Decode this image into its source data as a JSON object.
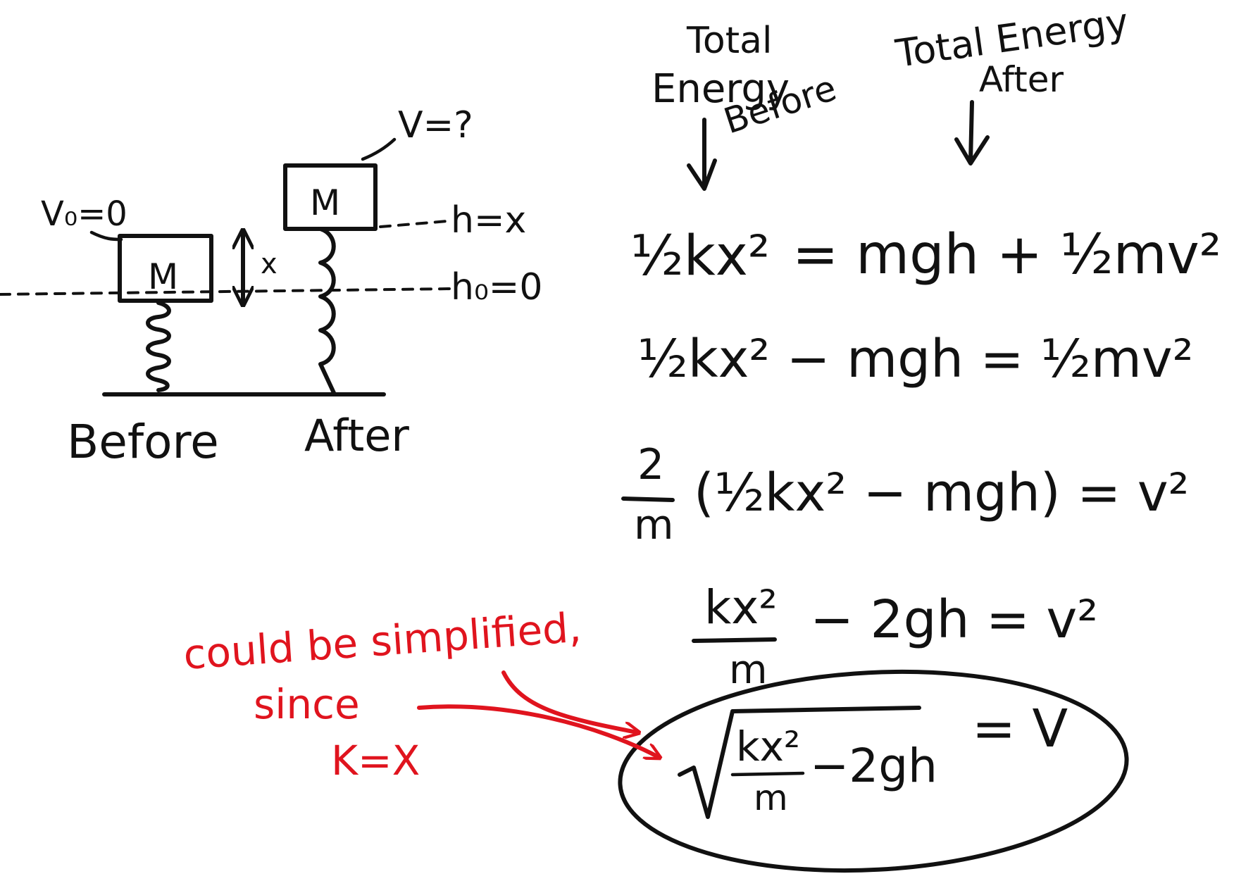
{
  "diagram": {
    "v0_label": "V₀=0",
    "v_label": "V=?",
    "mass_before": "M",
    "mass_after": "M",
    "x_label": "x",
    "h_after_label": "h=x",
    "h0_label": "h₀=0",
    "before_label": "Before",
    "after_label": "After"
  },
  "headers": {
    "energy_before": [
      "Total",
      "Energy",
      "Before"
    ],
    "energy_after": [
      "Total Energy",
      "After"
    ]
  },
  "equations": {
    "eq1_lhs": "½kx²",
    "eq1_rhs": "= mgh + ½mv²",
    "eq2": "½kx² − mgh = ½mv²",
    "eq3_num": "2",
    "eq3_den": "m",
    "eq3_rest": "(½kx² − mgh) = v²",
    "eq4_num": "kx²",
    "eq4_den": "m",
    "eq4_rest": "− 2gh = v²",
    "final_num": "kx²",
    "final_den": "m",
    "final_rest": "−2gh",
    "final_rhs": "= V"
  },
  "annotation": {
    "line1": "could be simplified,",
    "line2": "since",
    "line3": "K=X"
  },
  "colors": {
    "ink": "#111111",
    "annotation": "#e0141e",
    "background": "#ffffff"
  }
}
